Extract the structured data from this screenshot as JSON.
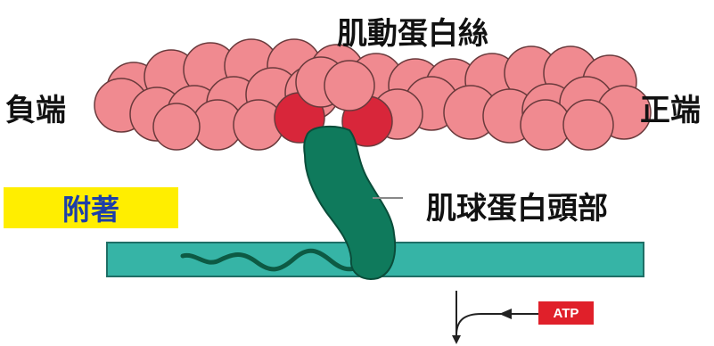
{
  "labels": {
    "title": "肌動蛋白絲",
    "minus_end": "負端",
    "plus_end": "正端",
    "myosin_head": "肌球蛋白頭部",
    "attachment": "附著",
    "atp": "ATP"
  },
  "colors": {
    "actin": "#f08a90",
    "actin_outline": "#6a3a3c",
    "actin_bound": "#d8263a",
    "myosin": "#0f7a5c",
    "thick_filament": "#36b4a6",
    "attachment_bg": "#ffee00",
    "attachment_text": "#1d3fa8",
    "atp_bg": "#e0202a",
    "arrow": "#222222"
  }
}
